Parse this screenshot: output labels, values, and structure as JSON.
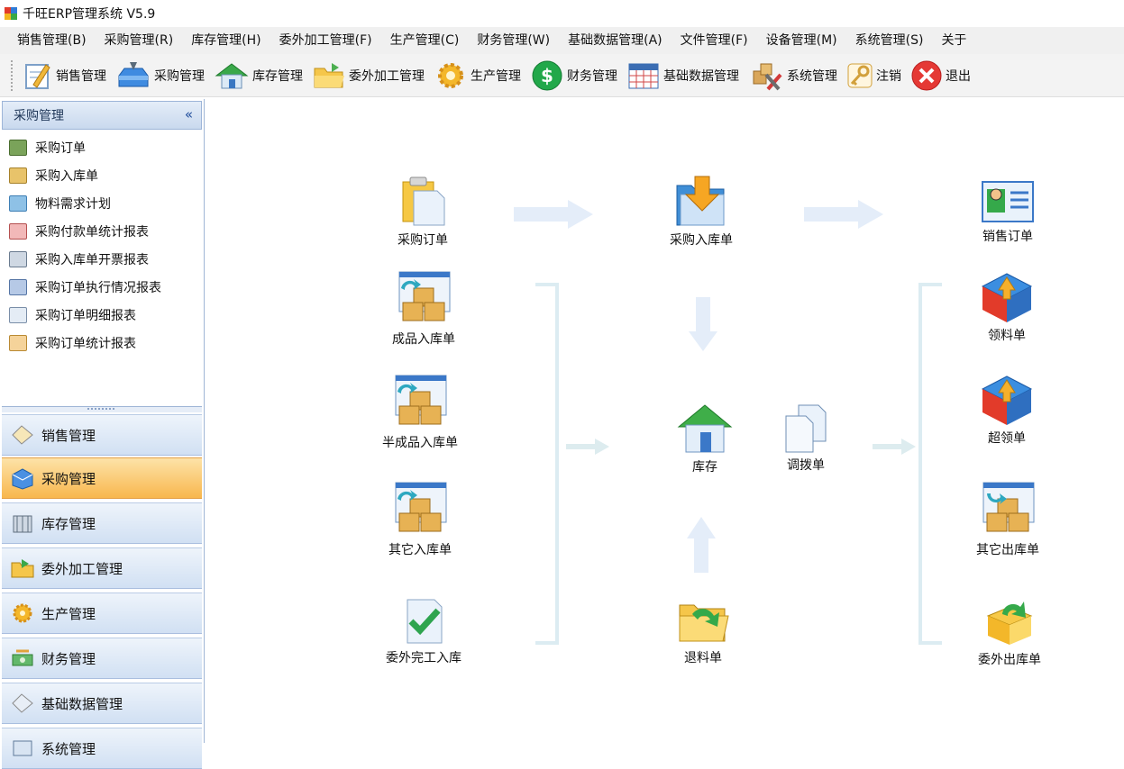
{
  "window": {
    "title": "千旺ERP管理系统 V5.9"
  },
  "menu": [
    "销售管理(B)",
    "采购管理(R)",
    "库存管理(H)",
    "委外加工管理(F)",
    "生产管理(C)",
    "财务管理(W)",
    "基础数据管理(A)",
    "文件管理(F)",
    "设备管理(M)",
    "系统管理(S)",
    "关于"
  ],
  "toolbar": [
    {
      "label": "销售管理",
      "icon": "pencil-note-icon"
    },
    {
      "label": "采购管理",
      "icon": "tray-icon"
    },
    {
      "label": "库存管理",
      "icon": "warehouse-house-icon"
    },
    {
      "label": "委外加工管理",
      "icon": "folder-icon"
    },
    {
      "label": "生产管理",
      "icon": "gear-icon"
    },
    {
      "label": "财务管理",
      "icon": "dollar-icon"
    },
    {
      "label": "基础数据管理",
      "icon": "calendar-grid-icon"
    },
    {
      "label": "系统管理",
      "icon": "tools-icon"
    },
    {
      "label": "注销",
      "icon": "key-icon"
    },
    {
      "label": "退出",
      "icon": "close-circle-icon"
    }
  ],
  "sidebar": {
    "header": "采购管理",
    "collapse_glyph": "«",
    "items": [
      "采购订单",
      "采购入库单",
      "物料需求计划",
      "采购付款单统计报表",
      "采购入库单开票报表",
      "采购订单执行情况报表",
      "采购订单明细报表",
      "采购订单统计报表"
    ],
    "nav": [
      "销售管理",
      "采购管理",
      "库存管理",
      "委外加工管理",
      "生产管理",
      "财务管理",
      "基础数据管理",
      "系统管理"
    ],
    "active_nav": "采购管理"
  },
  "flow": {
    "purchase_order": "采购订单",
    "purchase_receipt": "采购入库单",
    "sales_order": "销售订单",
    "finished_receipt": "成品入库单",
    "semi_receipt": "半成品入库单",
    "other_receipt": "其它入库单",
    "outsource_done": "委外完工入库",
    "inventory": "库存",
    "transfer": "调拨单",
    "return_material": "退料单",
    "picking": "领料单",
    "over_picking": "超领单",
    "other_issue": "其它出库单",
    "outsource_issue": "委外出库单"
  },
  "colors": {
    "accent": "#f8b74d",
    "sidebar_blue": "#c9d9ee",
    "arrow": "#dce9f7",
    "bracket": "#dcecf2"
  }
}
